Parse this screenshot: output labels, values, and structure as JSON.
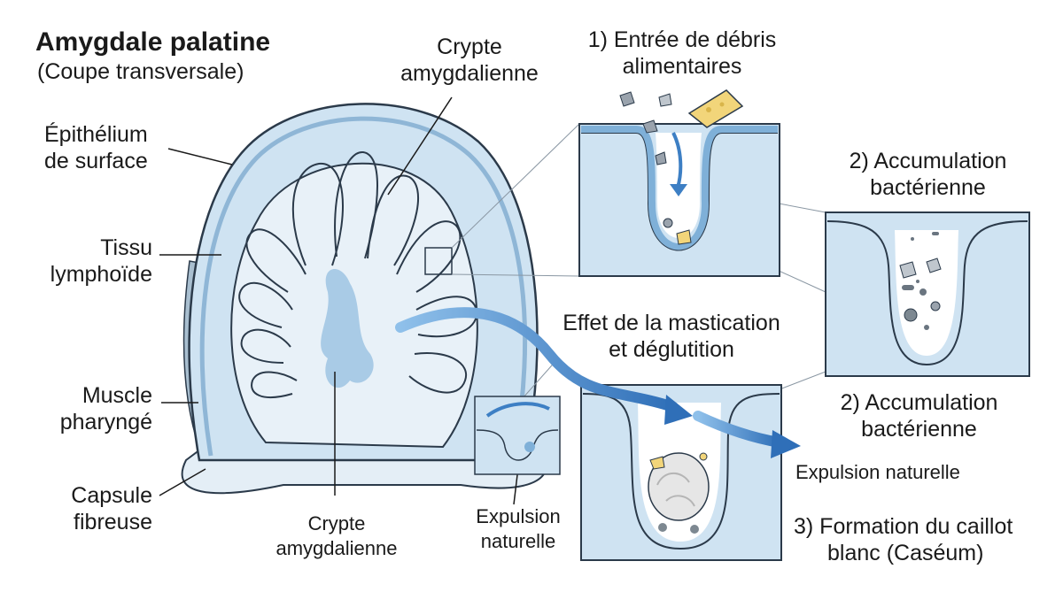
{
  "title": "Amygdale palatine",
  "subtitle": "(Coupe transversale)",
  "labels": {
    "epithelium": [
      "Épithélium",
      "de surface"
    ],
    "tissu": [
      "Tissu",
      "lymphoïde"
    ],
    "muscle": [
      "Muscle",
      "pharyngé"
    ],
    "capsule": [
      "Capsule",
      "fibreuse"
    ],
    "crypte_top": [
      "Crypte",
      "amygdalienne"
    ],
    "crypte_bottom": [
      "Crypte",
      "amygdalienne"
    ],
    "expulsion_small": [
      "Expulsion",
      "naturelle"
    ]
  },
  "steps": {
    "step1": [
      "1) Entrée de débris",
      "alimentaires"
    ],
    "step2_a": [
      "2) Accumulation",
      "bactérienne"
    ],
    "step2_b": [
      "2) Accumulation",
      "bactérienne"
    ],
    "mastication": [
      "Effet de la mastication",
      "et déglutition"
    ],
    "expulsion_right": "Expulsion naturelle",
    "step3": [
      "3) Formation du caillot",
      "blanc (Caséum)"
    ]
  },
  "colors": {
    "tissue": "#cfe3f2",
    "tissue_dark": "#a9cbe6",
    "outline": "#2b3a4a",
    "arrow": "#3d7fc4",
    "cheese": "#f2d57a",
    "debris": "#9aa3ad"
  }
}
